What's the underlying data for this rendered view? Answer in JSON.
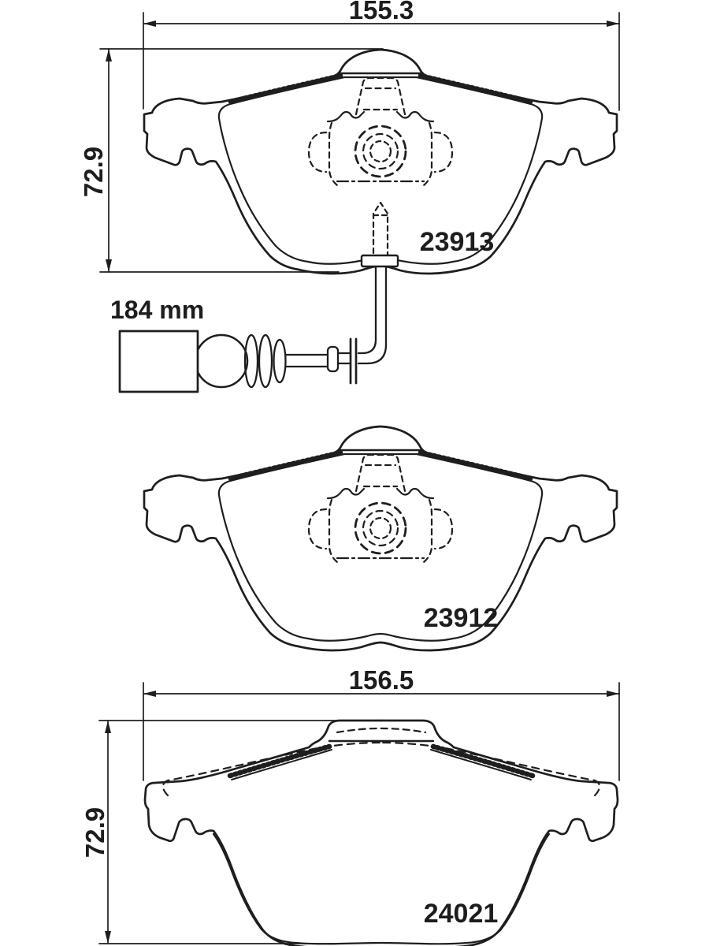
{
  "drawing": {
    "type": "brake-pad-technical-drawing",
    "background_color": "#ffffff",
    "line_color": "#1e1e1e",
    "pads": [
      {
        "part_number": "23913",
        "width_label": "155.3",
        "height_label": "72.9",
        "sensor_length_label": "184 mm"
      },
      {
        "part_number": "23912"
      },
      {
        "part_number": "24021",
        "width_label": "156.5",
        "height_label": "72.9"
      }
    ]
  }
}
